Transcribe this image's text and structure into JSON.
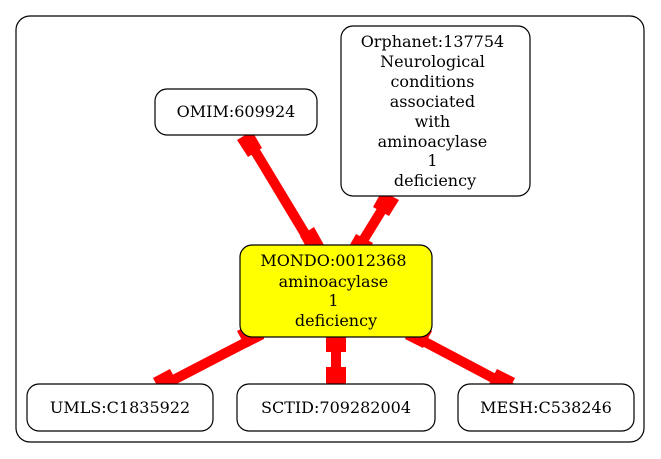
{
  "colors": {
    "center_fill": "#ffff00",
    "node_fill": "#ffffff",
    "edge": "#ff0000",
    "border": "#000000"
  },
  "nodes": {
    "center": {
      "lines": [
        "MONDO:0012368",
        "aminoacylase",
        "1",
        "deficiency"
      ]
    },
    "omim": {
      "lines": [
        "OMIM:609924"
      ]
    },
    "orphanet": {
      "lines": [
        "Orphanet:137754",
        "Neurological",
        "conditions",
        "associated",
        "with",
        "aminoacylase",
        "1",
        "deficiency"
      ]
    },
    "umls": {
      "lines": [
        "UMLS:C1835922"
      ]
    },
    "sctid": {
      "lines": [
        "SCTID:709282004"
      ]
    },
    "mesh": {
      "lines": [
        "MESH:C538246"
      ]
    }
  }
}
